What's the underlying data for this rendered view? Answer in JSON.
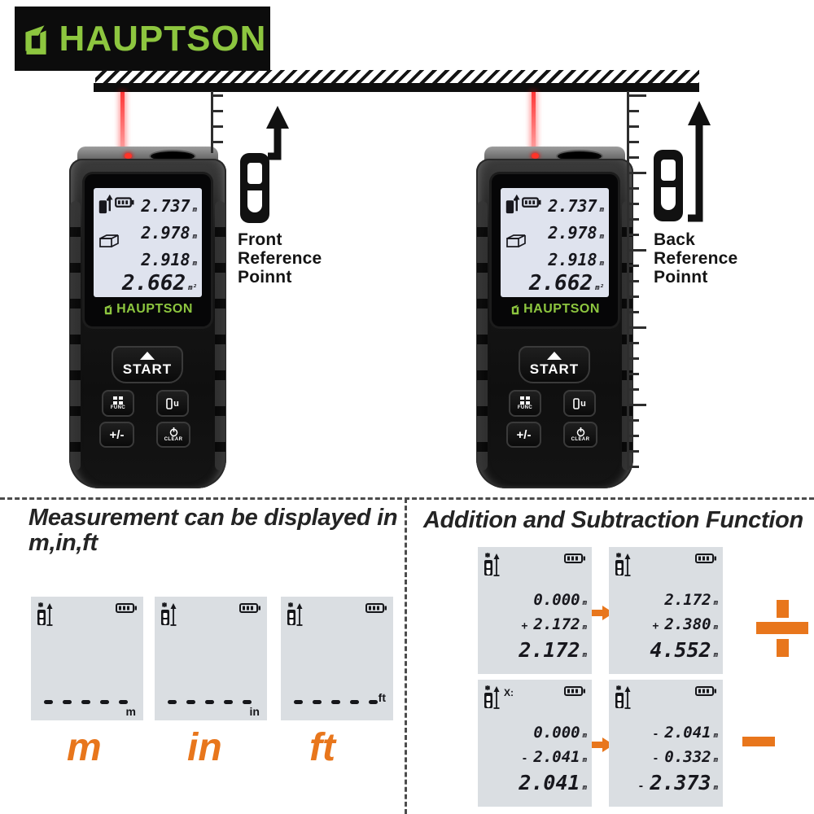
{
  "logo": {
    "text": "HAUPTSON"
  },
  "annotations": {
    "front": {
      "line1": "Front",
      "line2": "Reference",
      "line3": "Poinnt"
    },
    "back": {
      "line1": "Back",
      "line2": "Reference",
      "line3": "Poinnt"
    }
  },
  "device": {
    "screen_rows": [
      {
        "value": "2.737",
        "unit": "m"
      },
      {
        "value": "2.978",
        "unit": "m"
      },
      {
        "value": "2.918",
        "unit": "m"
      },
      {
        "value": "2.662",
        "unit": "m²"
      }
    ],
    "screen_brand": "HAUPTSON",
    "buttons": {
      "start": "START",
      "func": "FUNC",
      "unit_suffix": "u",
      "plus_minus": "+/-",
      "clear": "CLEAR"
    }
  },
  "left_section": {
    "title_line1": "Measurement can be displayed in",
    "title_line2": "m,in,ft",
    "screens": [
      {
        "unit": "m",
        "label": "m"
      },
      {
        "unit": "in",
        "label": "in"
      },
      {
        "unit": "ft",
        "label": "ft"
      }
    ]
  },
  "right_section": {
    "title": "Addition and Subtraction Function",
    "screens": [
      {
        "rows": [
          {
            "op": "",
            "value": "0.000",
            "unit": "m"
          },
          {
            "op": "+",
            "value": "2.172",
            "unit": "m"
          },
          {
            "op": "",
            "value": "2.172",
            "unit": "m"
          }
        ]
      },
      {
        "rows": [
          {
            "op": "",
            "value": "2.172",
            "unit": "m"
          },
          {
            "op": "+",
            "value": "2.380",
            "unit": "m"
          },
          {
            "op": "",
            "value": "4.552",
            "unit": "m"
          }
        ]
      },
      {
        "x_label": "X:",
        "rows": [
          {
            "op": "",
            "value": "0.000",
            "unit": "m"
          },
          {
            "op": "-",
            "value": "2.041",
            "unit": "m"
          },
          {
            "op": "",
            "value": "2.041",
            "unit": "m"
          }
        ]
      },
      {
        "rows": [
          {
            "op": "-",
            "value": "2.041",
            "unit": "m"
          },
          {
            "op": "-",
            "value": "0.332",
            "unit": "m"
          },
          {
            "op": "-",
            "value": "2.373",
            "unit": "m"
          }
        ]
      }
    ]
  },
  "colors": {
    "accent_orange": "#E8761C",
    "brand_green": "#8DC63F",
    "screen_bg": "#DFE3EE"
  }
}
